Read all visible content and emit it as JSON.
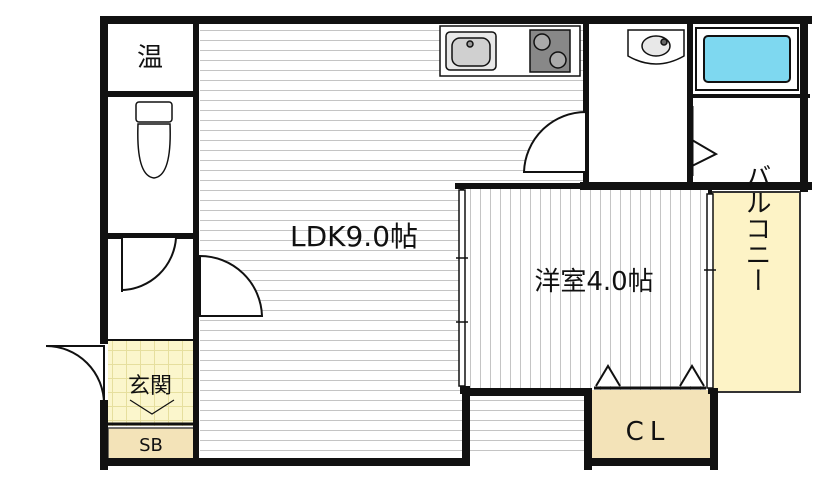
{
  "labels": {
    "water_heater": "温",
    "ldk": "LDK9.0帖",
    "western_room": "洋室4.0帖",
    "entrance": "玄関",
    "shoe_box": "SB",
    "closet": "CL",
    "balcony": "バルコニー"
  },
  "colors": {
    "wall": "#111111",
    "floor_stripe": "#bfbfbf",
    "balcony": "#fdf3c6",
    "closet": "#f3e3b8",
    "shoe_box": "#f3e3b8",
    "entrance_tile": "#fbf6cc",
    "bath": "#7ed8f0"
  }
}
